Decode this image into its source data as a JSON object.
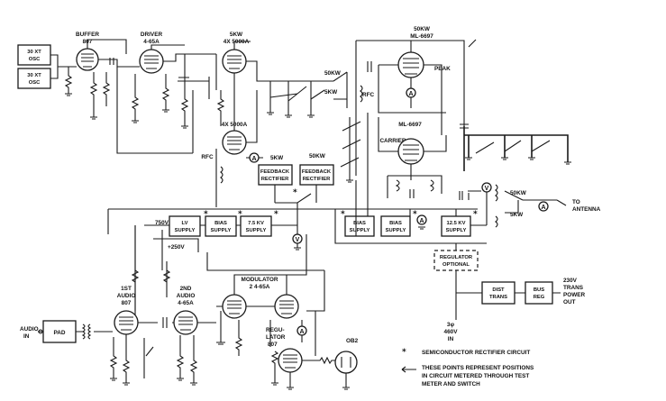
{
  "oscillators": {
    "osc1": [
      "30 XT",
      "OSC"
    ],
    "osc2": [
      "30 XT",
      "OSC"
    ]
  },
  "stages": {
    "buffer": [
      "BUFFER",
      "807"
    ],
    "driver": [
      "DRIVER",
      "4-65A"
    ],
    "pa_5kw": [
      "5KW",
      "4X 5000A"
    ],
    "pa_5kw_b": [
      "4X 5000A"
    ],
    "peak": [
      "50KW",
      "ML-6697"
    ],
    "peak_tag": "PEAK",
    "carrier": [
      "ML-6697",
      "CARRIER"
    ],
    "audio1": [
      "1ST",
      "AUDIO",
      "807"
    ],
    "audio2": [
      "2ND",
      "AUDIO",
      "4-65A"
    ],
    "modulator": [
      "MODULATOR",
      "2 4-65A"
    ],
    "regulator_tube": [
      "REGU-",
      "LATOR",
      "807"
    ],
    "ob2": "OB2"
  },
  "supplies": {
    "lv": [
      "LV",
      "SUPPLY"
    ],
    "bias1": [
      "BIAS",
      "SUPPLY"
    ],
    "kv75": [
      "7.5 KV",
      "SUPPLY"
    ],
    "bias2": [
      "BIAS",
      "SUPPLY"
    ],
    "bias3": [
      "BIAS",
      "SUPPLY"
    ],
    "kv125": [
      "12.5 KV",
      "SUPPLY"
    ],
    "fb1": [
      "FEEDBACK",
      "RECTIFIER"
    ],
    "fb2": [
      "FEEDBACK",
      "RECTIFIER"
    ],
    "regulator": [
      "REGULATOR",
      "OPTIONAL"
    ],
    "dist": [
      "DIST",
      "TRANS"
    ],
    "busreg": [
      "BUS",
      "REG"
    ]
  },
  "labels": {
    "kw5a": "5KW",
    "kw50": "50KW",
    "kw50a": "50KW",
    "kw5b": "5KW",
    "kw50b": "50KW",
    "kw5c": "5KW",
    "kw50c": "50KW",
    "kw5d": "5KW",
    "rfc1": "RFC",
    "rfc2": "RFC",
    "v750": "750V",
    "v250": "+250V",
    "audio_in": [
      "AUDIO",
      "IN"
    ],
    "pad": "PAD",
    "antenna": [
      "TO",
      "ANTENNA"
    ],
    "power_out": [
      "230V",
      "TRANS",
      "POWER",
      "OUT"
    ],
    "input_460": [
      "3φ",
      "460V",
      "IN"
    ]
  },
  "meters": {
    "symbol": "A",
    "vsymbol": "V"
  },
  "legend": {
    "star_note": "SEMICONDUCTOR RECTIFIER CIRCUIT",
    "arrow_note": [
      "THESE POINTS REPRESENT POSITIONS",
      "IN CIRCUIT METERED THROUGH TEST",
      "METER AND SWITCH"
    ]
  }
}
